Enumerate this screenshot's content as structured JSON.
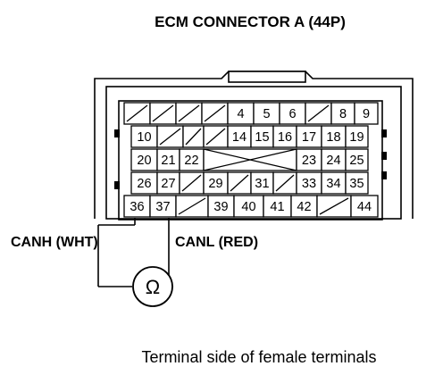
{
  "title": "ECM CONNECTOR A (44P)",
  "caption": "Terminal side of female terminals",
  "labels": {
    "canh": "CANH (WHT)",
    "canl": "CANL (RED)",
    "ohm": "Ω"
  },
  "rows": [
    [
      "/",
      "/",
      "/",
      "/",
      "4",
      "5",
      "6",
      "/",
      "8",
      "9"
    ],
    [
      "10",
      "/",
      "/",
      "/",
      "14",
      "15",
      "16",
      "17",
      "18",
      "19"
    ],
    [
      "20",
      "21",
      "22",
      "X",
      "23",
      "24",
      "25"
    ],
    [
      "26",
      "27",
      "/",
      "29",
      "/",
      "31",
      "/",
      "33",
      "34",
      "35"
    ],
    [
      "36",
      "37",
      "/",
      "39",
      "40",
      "41",
      "42",
      "/",
      "44"
    ]
  ],
  "colors": {
    "line": "#000000",
    "background": "#ffffff"
  }
}
